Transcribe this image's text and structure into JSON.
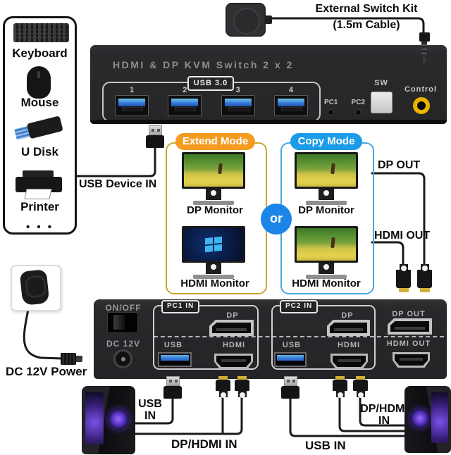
{
  "peripherals": {
    "items": [
      {
        "label": "Keyboard"
      },
      {
        "label": "Mouse"
      },
      {
        "label": "U Disk"
      },
      {
        "label": "Printer"
      }
    ],
    "more": "• • •"
  },
  "external_switch": {
    "title": "External Switch Kit",
    "subtitle": "(1.5m Cable)"
  },
  "front_panel": {
    "title": "HDMI & DP KVM Switch 2 x 2",
    "usb_badge": "USB 3.0",
    "port_labels": [
      "1",
      "2",
      "3",
      "4"
    ],
    "pc1_led": "PC1",
    "pc2_led": "PC2",
    "sw_label": "SW",
    "control_label": "Control"
  },
  "usb_device_in_label": "USB Device IN",
  "modes": {
    "or_label": "or",
    "extend": {
      "badge": "Extend Mode",
      "monitor1": "DP Monitor",
      "monitor2": "HDMI Monitor"
    },
    "copy": {
      "badge": "Copy Mode",
      "monitor1": "DP Monitor",
      "monitor2": "HDMI Monitor"
    }
  },
  "monitor_outputs": {
    "dp_out": "DP OUT",
    "hdmi_out": "HDMI OUT"
  },
  "rear_panel": {
    "on_off": "ON/OFF",
    "dc12v": "DC 12V",
    "pc1": {
      "badge": "PC1 IN",
      "dp": "DP",
      "usb": "USB",
      "hdmi": "HDMI"
    },
    "pc2": {
      "badge": "PC2 IN",
      "dp": "DP",
      "usb": "USB",
      "hdmi": "HDMI"
    },
    "out": {
      "dp": "DP OUT",
      "hdmi": "HDMI OUT"
    }
  },
  "power_label": "DC 12V Power",
  "pc_left": {
    "usb_line1": "USB",
    "usb_line2": "IN",
    "dp_hdmi": "DP/HDMI IN"
  },
  "pc_right": {
    "dp_hdmi_line1": "DP/HDMI",
    "dp_hdmi_line2": "IN",
    "usb": "USB IN"
  },
  "colors": {
    "extend_badge": "#F59B20",
    "copy_badge": "#1C9BE8",
    "or_circle": "#1C86E8",
    "control_ring": "#E8B400",
    "usb_port_blue": "#2F6FD6",
    "extend_box_border": "#C9A92F",
    "copy_box_border": "#45A9DC"
  }
}
